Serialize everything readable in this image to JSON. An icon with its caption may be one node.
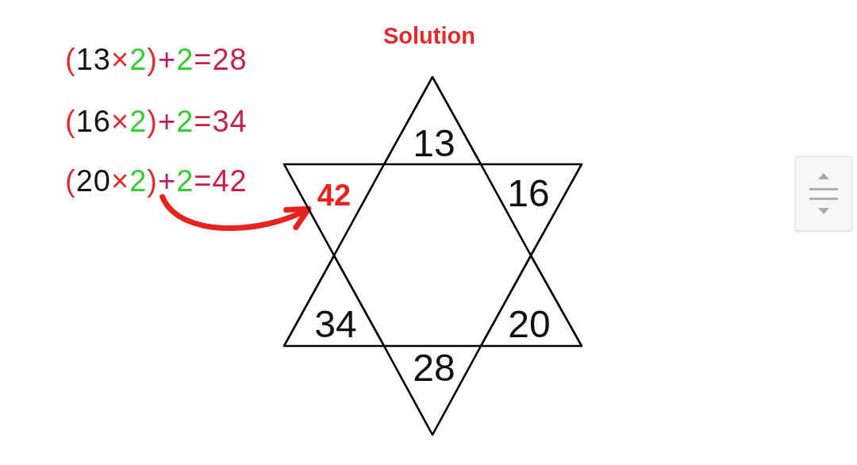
{
  "diagram": {
    "title": "Solution",
    "nodes": [
      {
        "text": [
          "(13×2)+2=28"
        ]
      },
      {
        "text": [
          "(16×2)+2=34"
        ]
      },
      {
        "text": [
          "(20×2)+2=42"
        ]
      },
      {
        "text": [
          "13"
        ]
      },
      {
        "text": [
          "42"
        ]
      },
      {
        "text": [
          "16"
        ]
      },
      {
        "text": [
          "34"
        ]
      },
      {
        "text": [
          "20"
        ]
      },
      {
        "text": [
          "28"
        ]
      }
    ],
    "edges": [
      {
        "from": 2,
        "to": 4,
        "arrow": "to"
      }
    ]
  }
}
